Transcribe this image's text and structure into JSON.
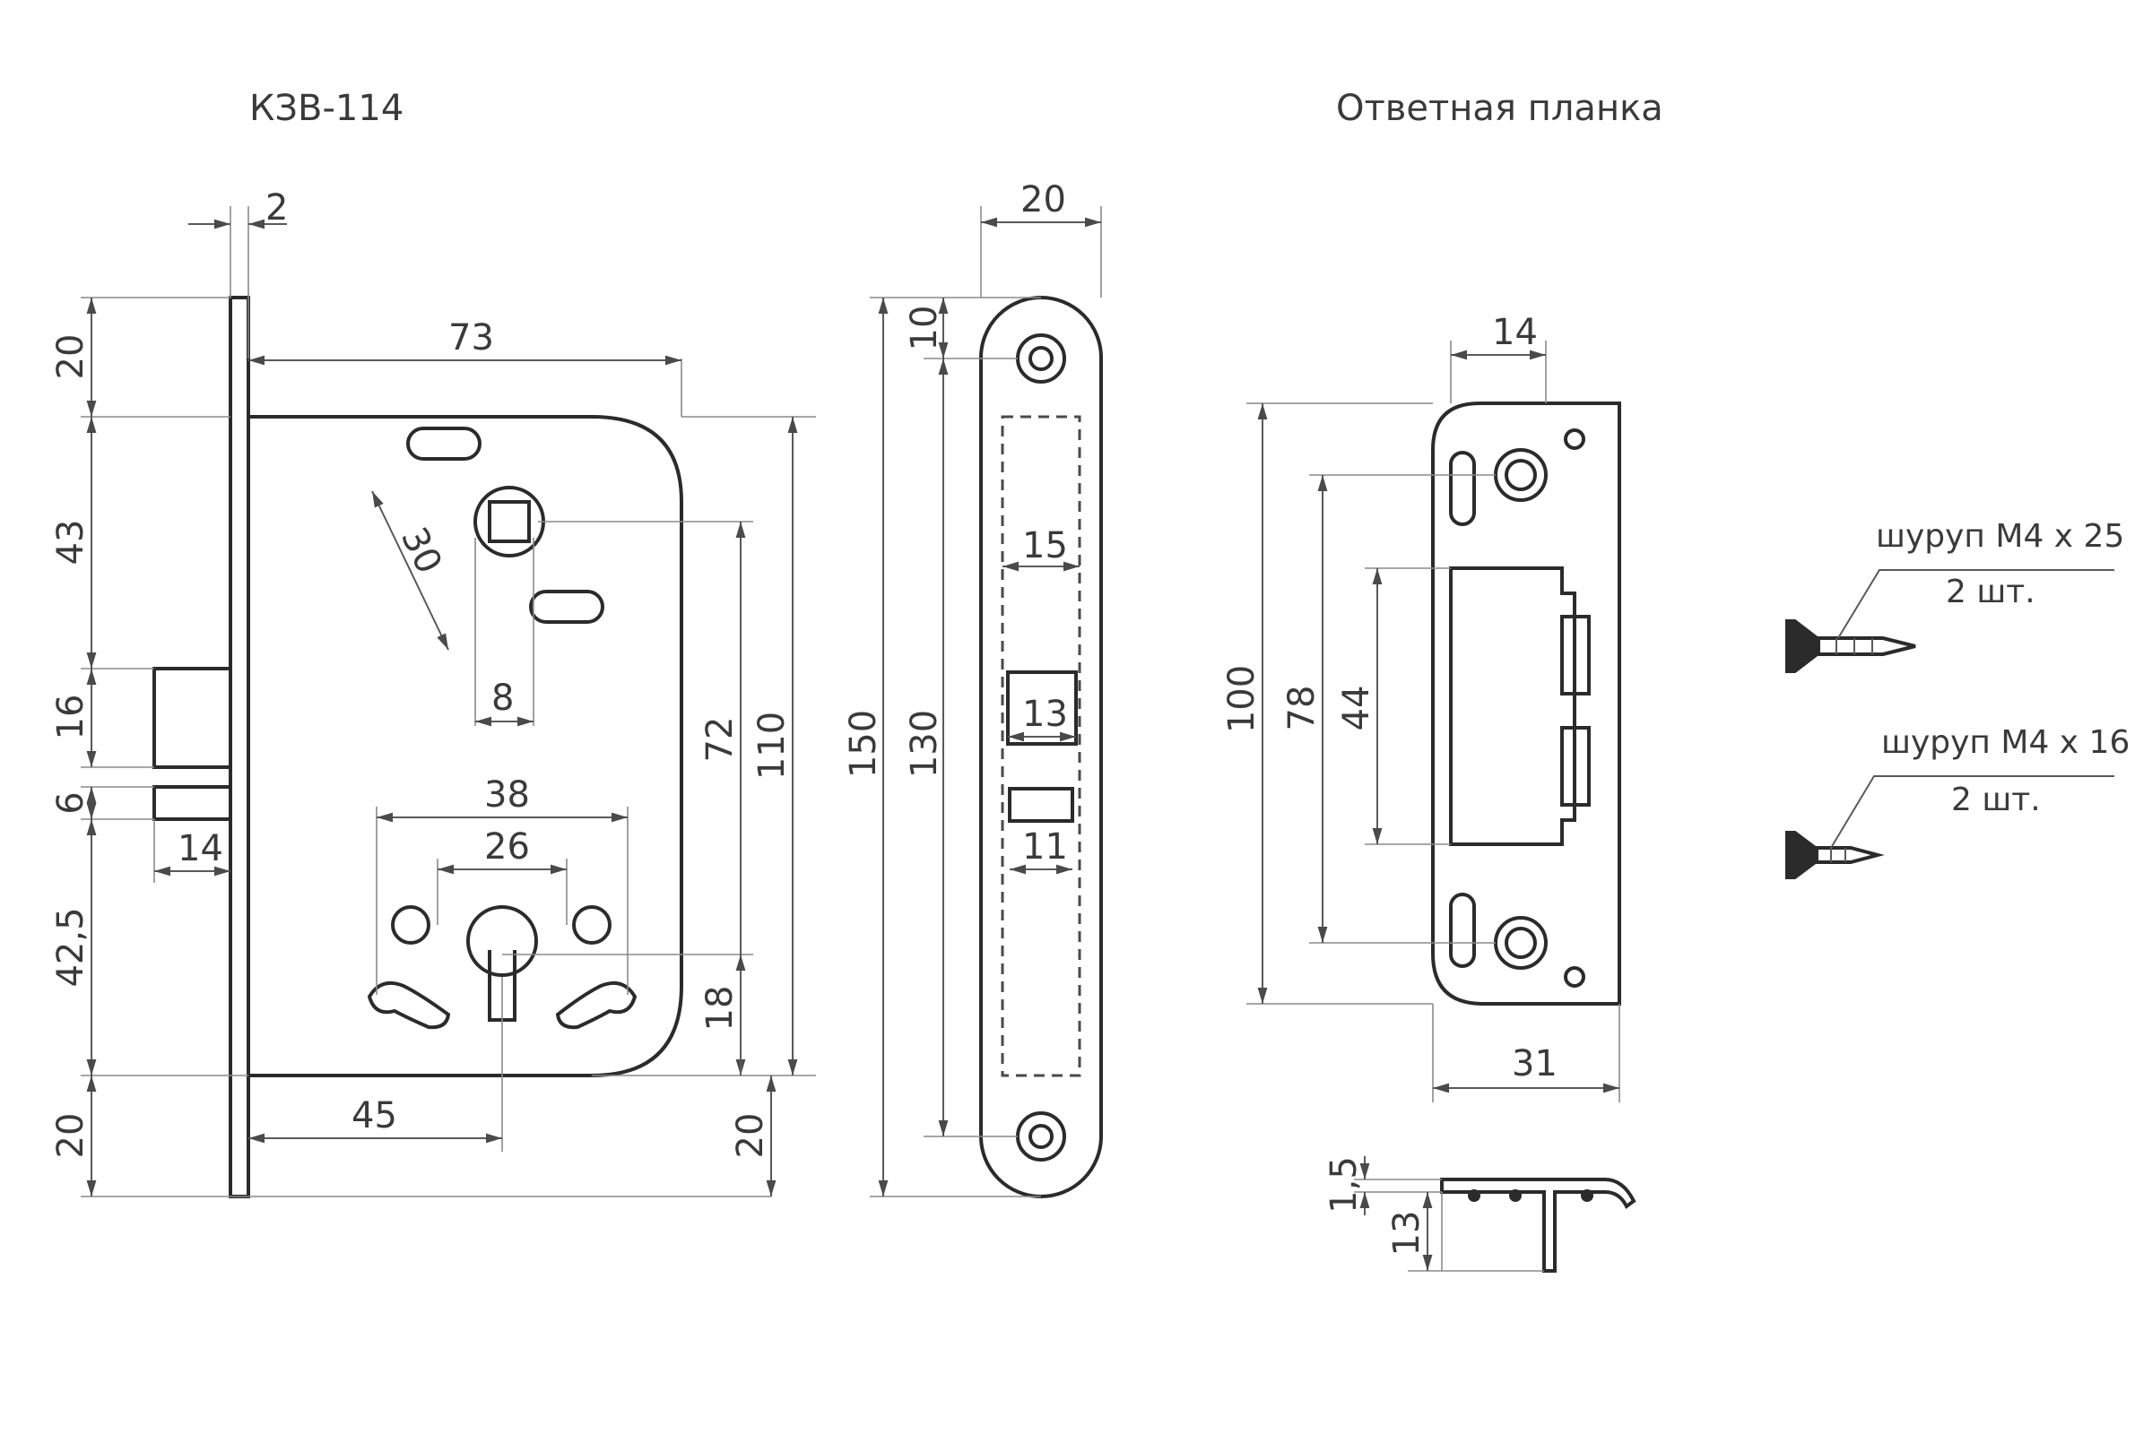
{
  "titles": {
    "lock_model": "КЗВ-114",
    "strike_plate": "Ответная планка"
  },
  "lock_side": {
    "faceplate_thickness": "2",
    "top_offset": "20",
    "body_depth": "73",
    "handle_to_top": "43",
    "latch_height": "16",
    "gap": "6",
    "latch_throw": "14",
    "cylinder_to_bottom": "42,5",
    "bottom_offset": "20",
    "backset": "45",
    "bolt_spacing_38": "38",
    "bolt_spacing_26": "26",
    "handle_angle_dim": "30",
    "spindle_size": "8",
    "handle_to_cylinder": "72",
    "body_height": "110",
    "cylinder_height": "18",
    "body_bottom_offset": "20"
  },
  "faceplate": {
    "width": "20",
    "hole_offset": "10",
    "total_height": "150",
    "hole_spacing": "130",
    "latch_width": "15",
    "latch_window": "13",
    "bolt_window": "11"
  },
  "strike": {
    "width_top": "14",
    "total_height": "100",
    "hole_spacing": "78",
    "pocket_height": "44",
    "width": "31",
    "thickness": "1,5",
    "lip_height": "13"
  },
  "screws": [
    {
      "label": "шуруп М4 х 25",
      "qty": "2 шт."
    },
    {
      "label": "шуруп М4 х 16",
      "qty": "2 шт."
    }
  ]
}
